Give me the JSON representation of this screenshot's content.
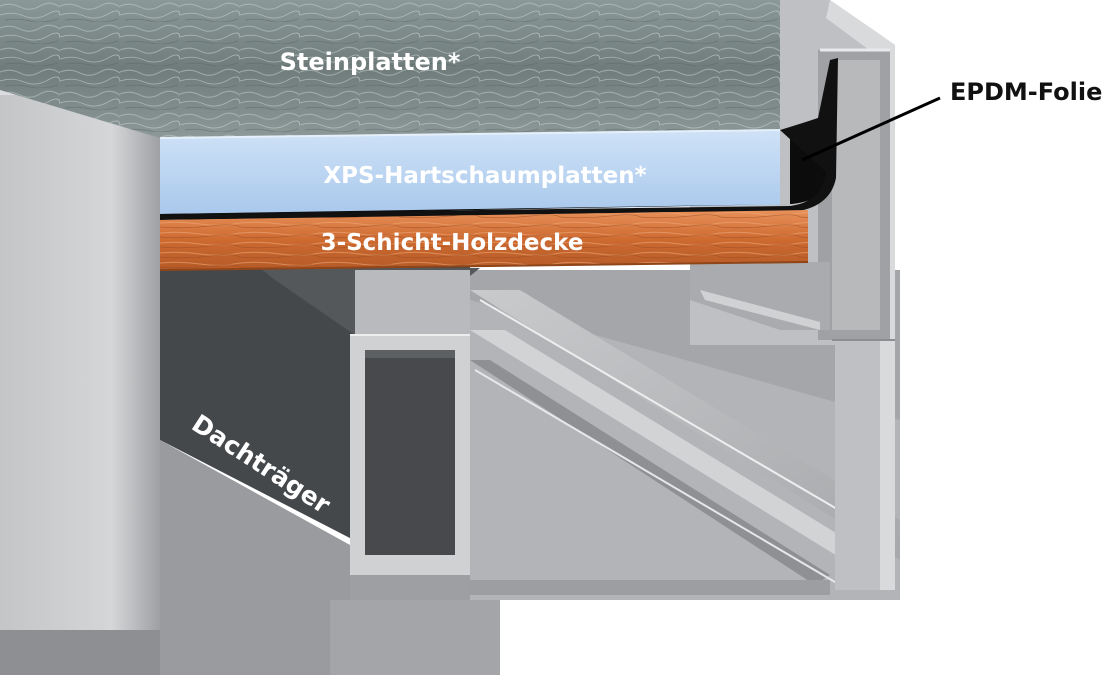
{
  "labels": {
    "stone_slabs": "Steinplatten*",
    "xps_boards": "XPS-Hartschaumplatten*",
    "timber_deck": "3-Schicht-Holzdecke",
    "epdm_membrane": "EPDM-Folie",
    "roof_beam": "Dachträger"
  },
  "colors": {
    "stone": "#7d8a89",
    "xps": "#bcd6f2",
    "timber": "#d77a3e",
    "aluminium_light": "#c8c9cb",
    "aluminium_mid": "#a9aaac",
    "aluminium_dark": "#47494c",
    "membrane": "#0c0c0c"
  }
}
